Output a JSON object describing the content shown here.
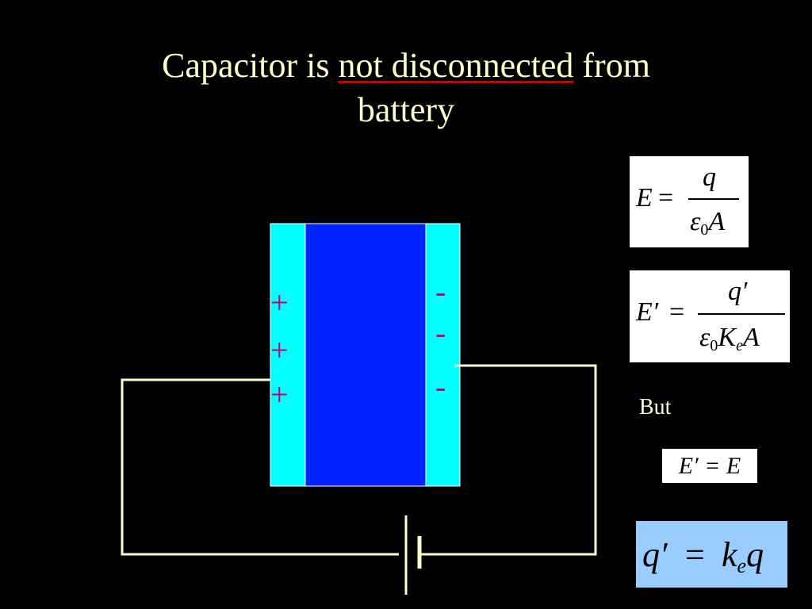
{
  "title": {
    "before": "Capacitor is ",
    "underlined": "not disconnected",
    "after": " from",
    "line2": "battery"
  },
  "plates": {
    "positive_signs": [
      "+",
      "+",
      "+"
    ],
    "negative_signs": [
      "-",
      "-",
      "-"
    ]
  },
  "formulas": {
    "f1": {
      "lhs": "E",
      "eq": "=",
      "num": "q",
      "den_eps": "ε",
      "den_sub": "0",
      "den_rest": "A"
    },
    "f2": {
      "lhs": "E′",
      "eq": "=",
      "num": "q′",
      "den_eps": "ε",
      "den_sub": "0",
      "den_k": "K",
      "den_k_sub": "e",
      "den_rest": "A"
    },
    "f3": "E′ = E",
    "f4": {
      "lhs": "q′",
      "eq": "=",
      "k": "k",
      "k_sub": "e",
      "rhs": "q"
    }
  },
  "but_label": "But",
  "colors": {
    "background": "#000000",
    "title_text": "#ffffcc",
    "underline": "#cc0000",
    "wire": "#ffffcc",
    "plate": "#00ffff",
    "dielectric": "#0022ff",
    "sign": "#cc0066",
    "highlight_box": "#99ccff"
  }
}
